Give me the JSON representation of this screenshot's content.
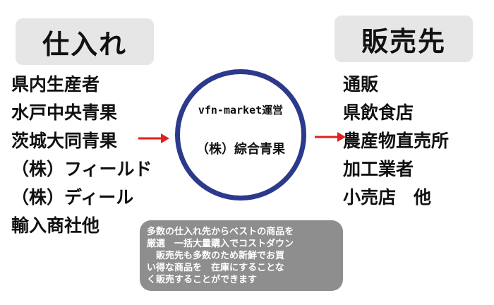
{
  "supply": {
    "title": "仕入れ",
    "items": [
      "県内生産者",
      "水戸中央青果",
      "茨城大同青果",
      "（株）フィールド",
      "（株）ディール",
      "輸入商社他"
    ]
  },
  "sales": {
    "title": "販売先",
    "items": [
      "通販",
      "県飲食店",
      "農産物直売所",
      "加工業者",
      "小売店　他"
    ]
  },
  "center": {
    "line1": "vfn-market運営",
    "line2": "（株）綜合青果"
  },
  "note": {
    "lines": [
      "多数の仕入れ先からベストの商品を",
      "厳選　一括大量購入でコストダウン",
      "　販売先も多数のため新鮮でお買",
      "い得な商品を　在庫にすることな",
      "く販売することができます"
    ]
  },
  "colors": {
    "arrow": "#e02020",
    "circle_border": "#2c3a8c",
    "header_bg": "#e6e6e6",
    "note_bg": "#8e8e8e"
  }
}
